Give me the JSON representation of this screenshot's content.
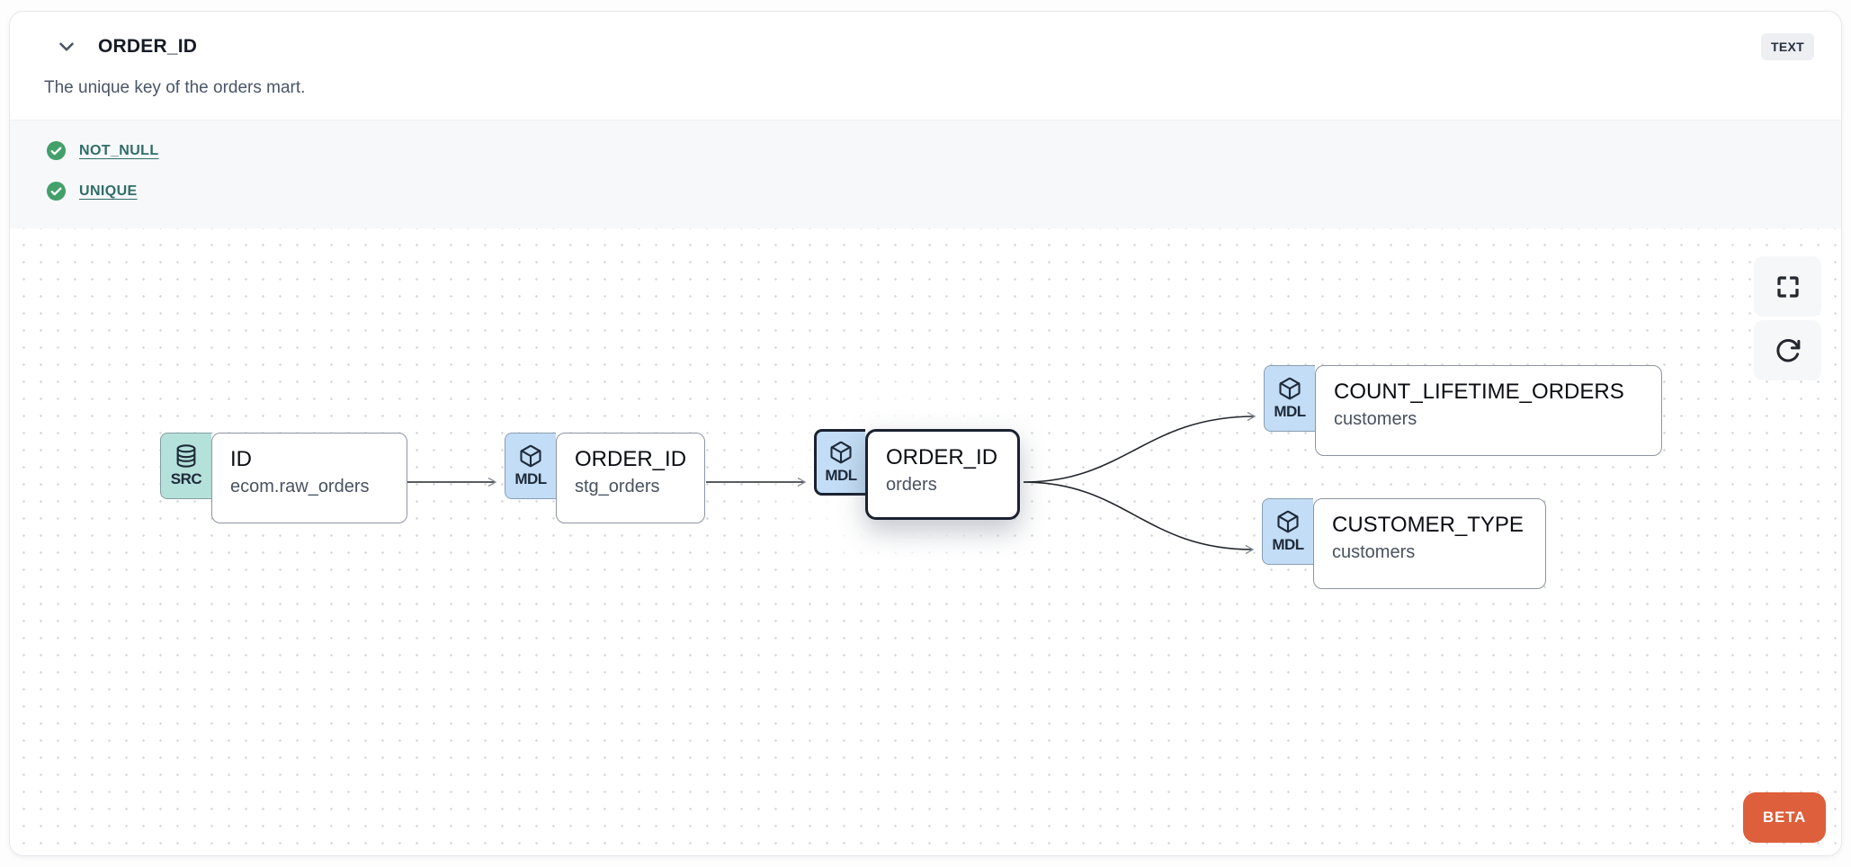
{
  "header": {
    "title": "ORDER_ID",
    "type_badge": "TEXT",
    "description": "The unique key of the orders mart."
  },
  "tests": [
    {
      "name": "NOT_NULL",
      "status": "pass"
    },
    {
      "name": "UNIQUE",
      "status": "pass"
    }
  ],
  "lineage": {
    "nodes": [
      {
        "badge": "SRC",
        "icon": "database-icon",
        "title": "ID",
        "subtitle": "ecom.raw_orders",
        "selected": false
      },
      {
        "badge": "MDL",
        "icon": "cube-icon",
        "title": "ORDER_ID",
        "subtitle": "stg_orders",
        "selected": false
      },
      {
        "badge": "MDL",
        "icon": "cube-icon",
        "title": "ORDER_ID",
        "subtitle": "orders",
        "selected": true
      },
      {
        "badge": "MDL",
        "icon": "cube-icon",
        "title": "COUNT_LIFETIME_ORDERS",
        "subtitle": "customers",
        "selected": false
      },
      {
        "badge": "MDL",
        "icon": "cube-icon",
        "title": "CUSTOMER_TYPE",
        "subtitle": "customers",
        "selected": false
      }
    ],
    "beta_label": "BETA"
  },
  "colors": {
    "src-badge-bg": "#b5e1db",
    "mdl-badge-bg": "#c2ddf5",
    "node-border": "#8e95a0",
    "selected-border": "#1a2230",
    "edge": "#22262c",
    "arrowhead": "#8a9099",
    "pass-green": "#43a06b",
    "test-link": "#2f6d68",
    "beta-bg": "#dd5f3b",
    "type-badge-bg": "#edeff3",
    "tests-bg": "#f7f8fa",
    "title-text": "#161b26",
    "muted-text": "#4a5568"
  }
}
